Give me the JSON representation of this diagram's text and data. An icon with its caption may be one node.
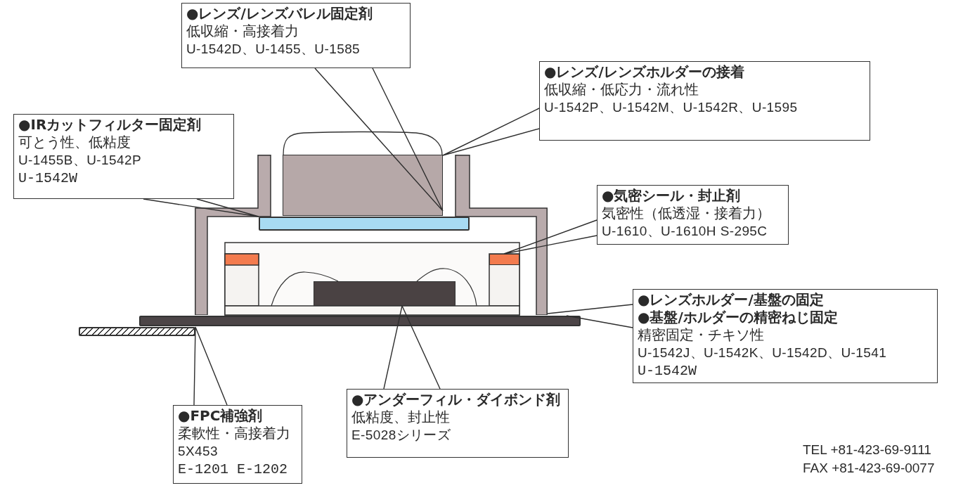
{
  "diagram": {
    "nodes": [
      {
        "text": [
          "●レンズ/レンズバレル固定剤",
          "低収縮・高接着力",
          "U-1542D、U-1455、U-1585"
        ]
      },
      {
        "text": [
          "●レンズ/レンズホルダーの接着",
          "低収縮・低応力・流れ性",
          "U-1542P、U-1542M、U-1542R、U-1595"
        ]
      },
      {
        "text": [
          "●IRカットフィルター固定剤",
          "可とう性、低粘度",
          "U-1455B、U-1542P",
          "U-1542W"
        ]
      },
      {
        "text": [],
        "shape": "box"
      },
      {
        "text": [],
        "shape": "box",
        "in": 3
      },
      {
        "text": [
          "●気密シール・封止剤",
          "気密性（低透湿・接着力）",
          "U-1610、U-1610H S-295C"
        ]
      },
      {
        "text": [],
        "shape": "bar",
        "in": 3
      },
      {
        "text": [],
        "shape": "box",
        "in": 3
      },
      {
        "text": [],
        "shape": "box",
        "in": 3
      },
      {
        "text": [
          "●レンズホルダー/基盤の固定",
          "●基盤/ホルダーの精密ねじ固定",
          "精密固定・チキソ性",
          "U-1542J、U-1542K、U-1542D、U-1541",
          "U-1542W"
        ]
      },
      {
        "text": [],
        "shape": "bar"
      },
      {
        "text": [],
        "shape": "bar"
      },
      {
        "text": [
          "●アンダーフィル・ダイボンド剤",
          "低粘度、封止性",
          "E-5028シリーズ"
        ]
      },
      {
        "text": [
          "●FPC補強剤",
          "柔軟性・高接着力",
          "5X453",
          "E-1201 E-1202"
        ]
      }
    ],
    "edges": [
      {
        "from": 0,
        "to": 4,
        "arrow": "none"
      },
      {
        "from": 1,
        "to": 4,
        "arrow": "none"
      },
      {
        "from": 2,
        "to": 6,
        "arrow": "none"
      },
      {
        "from": 5,
        "to": 7,
        "arrow": "none"
      },
      {
        "from": 9,
        "to": 3,
        "arrow": "none"
      },
      {
        "from": 9,
        "to": 10,
        "arrow": "none"
      },
      {
        "from": 12,
        "to": 8,
        "arrow": "none"
      },
      {
        "from": 13,
        "to": 11,
        "arrow": "none"
      }
    ],
    "labels": [
      "TEL +81-423-69-9111",
      "FAX +81-423-69-0077"
    ]
  }
}
